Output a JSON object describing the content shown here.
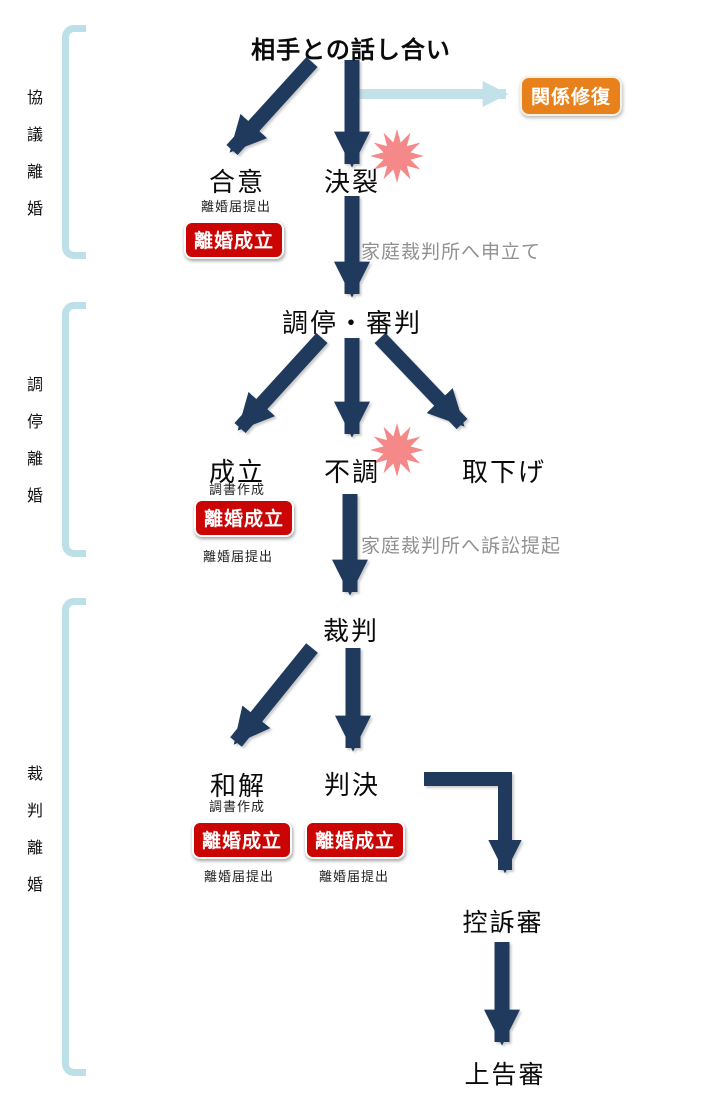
{
  "title": "相手との話し合い",
  "sections": [
    {
      "name": "協議離婚",
      "chars": [
        "協",
        "議",
        "離",
        "婚"
      ]
    },
    {
      "name": "調停離婚",
      "chars": [
        "調",
        "停",
        "離",
        "婚"
      ]
    },
    {
      "name": "裁判離婚",
      "chars": [
        "裁",
        "判",
        "離",
        "婚"
      ]
    }
  ],
  "nodes": {
    "agreement": "合意",
    "breakdown": "決裂",
    "repair": "関係修復",
    "mediation": "調停・審判",
    "established": "成立",
    "failed": "不調",
    "withdrawal": "取下げ",
    "trial": "裁判",
    "settlement": "和解",
    "judgment": "判決",
    "appeal": "控訴審",
    "final_appeal": "上告審"
  },
  "labels": {
    "divorce_established": "離婚成立",
    "submit_notification": "離婚届提出",
    "create_record": "調書作成",
    "petition_to_family_court": "家庭裁判所へ申立て",
    "sue_at_family_court": "家庭裁判所へ訴訟提起"
  },
  "colors": {
    "arrow_navy": "#1f3a5c",
    "accent_light_blue": "#c3e1e9",
    "bracket_blue": "#bddfe8",
    "badge_red": "#cb0404",
    "box_orange": "#e8811c",
    "starburst_pink": "#f58989",
    "muted_text_gray": "#919191"
  }
}
